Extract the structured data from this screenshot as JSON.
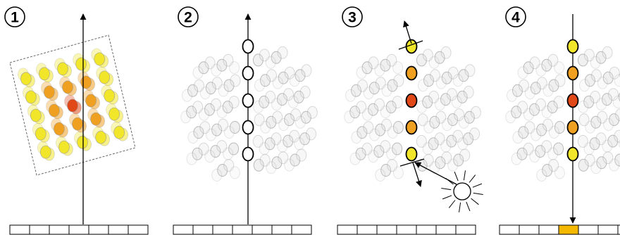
{
  "panels": [
    {
      "number": "1"
    },
    {
      "number": "2"
    },
    {
      "number": "3"
    },
    {
      "number": "4"
    }
  ],
  "detector_cells_per_panel": 7,
  "colors": {
    "red": "#e04818",
    "orange": "#f0a020",
    "yellow": "#f2e62a",
    "ghost_fill": "#e4e4e4",
    "ghost_stroke": "#888888",
    "line": "#000000",
    "detector_fill": "#ffffff",
    "detector_highlight": "#f5b800"
  },
  "icons": {
    "light_source": "sun-icon",
    "arrow": "arrow-icon"
  }
}
